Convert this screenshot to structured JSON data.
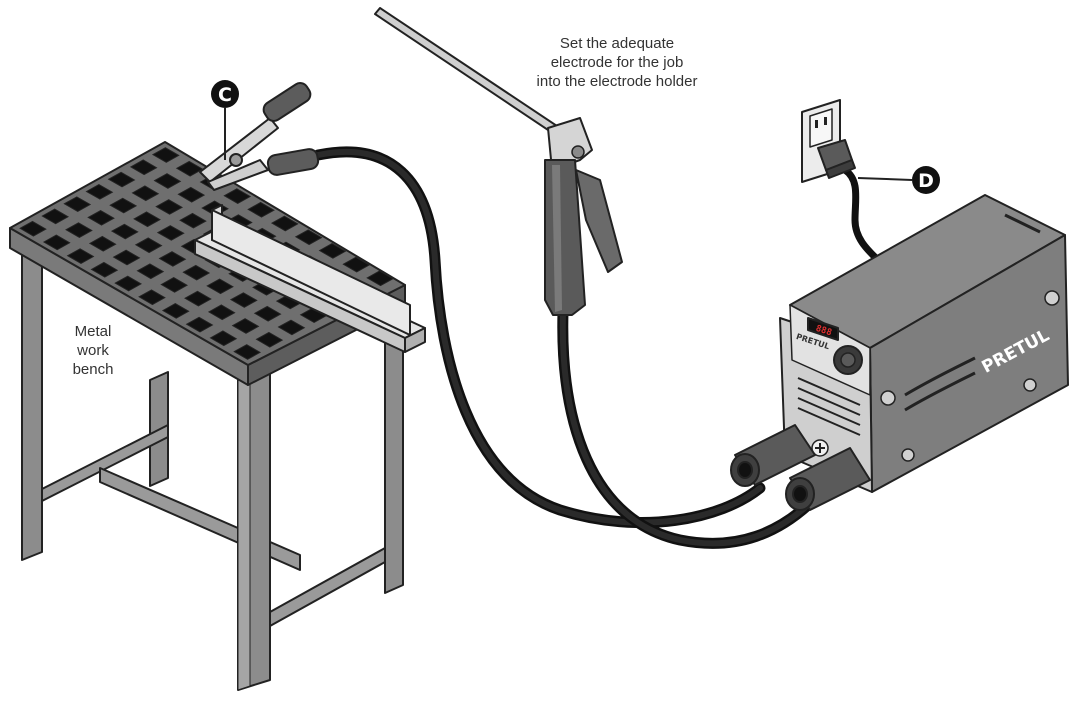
{
  "instruction": {
    "line1": "Set the adequate",
    "line2": "electrode for the job",
    "line3": "into the electrode holder"
  },
  "bench_label": {
    "line1": "Metal",
    "line2": "work",
    "line3": "bench"
  },
  "callouts": {
    "c": "C",
    "d": "D"
  },
  "welder": {
    "brand_side": "PRETUL",
    "brand_front": "PRETUL",
    "display": "888"
  },
  "colors": {
    "outline": "#222222",
    "bench_top": "#6f6f6f",
    "bench_frame": "#8c8c8c",
    "cable": "#1c1c1c",
    "welder_body": "#7e7e7e",
    "welder_panel": "#cfcfcf",
    "callout_bg": "#111111"
  }
}
